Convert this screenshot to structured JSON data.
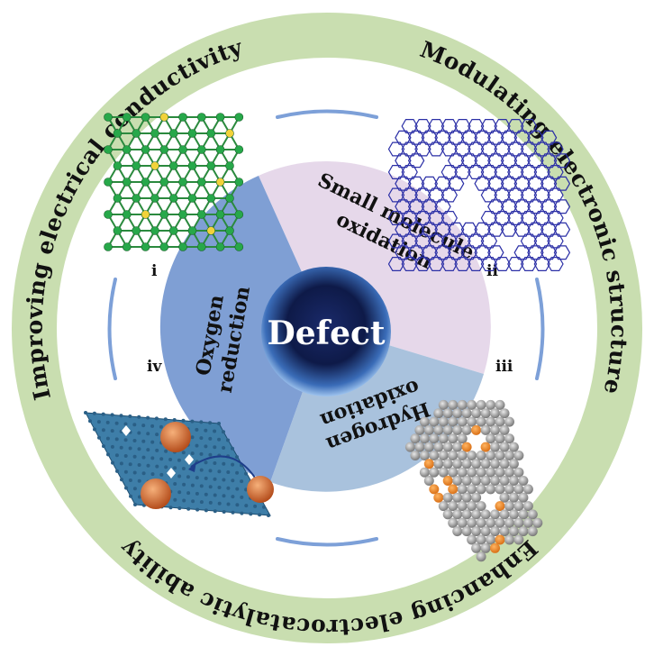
{
  "ring_labels": {
    "top_left": "Improving  electrical conductivity",
    "top_right": "Modulating electronic structure",
    "bottom": "Enhancing electrocatalytic ability"
  },
  "center_label": "Defect",
  "sectors": {
    "small_molecule": {
      "line1": "Small molecule",
      "line2": "oxidation",
      "color": "#e6d8ea"
    },
    "hydrogen": {
      "line1": "Hydrogen",
      "line2": "oxidation",
      "color": "#a9c2dd"
    },
    "oxygen": {
      "line1": "Oxygen",
      "line2": "reduction",
      "color": "#7f9fd4"
    }
  },
  "panel_labels": {
    "i": "i",
    "ii": "ii",
    "iii": "iii",
    "iv": "iv"
  },
  "colors": {
    "outer_ring": "#c9deb0",
    "dash_arcs": "#7da0d8",
    "lattice_green": "#27a84a",
    "dopant_yellow": "#f2d23a",
    "lattice_blue": "#2b2fa6",
    "particle_orange": "#e0743a",
    "grey_spheres": "#9e9e9e"
  }
}
